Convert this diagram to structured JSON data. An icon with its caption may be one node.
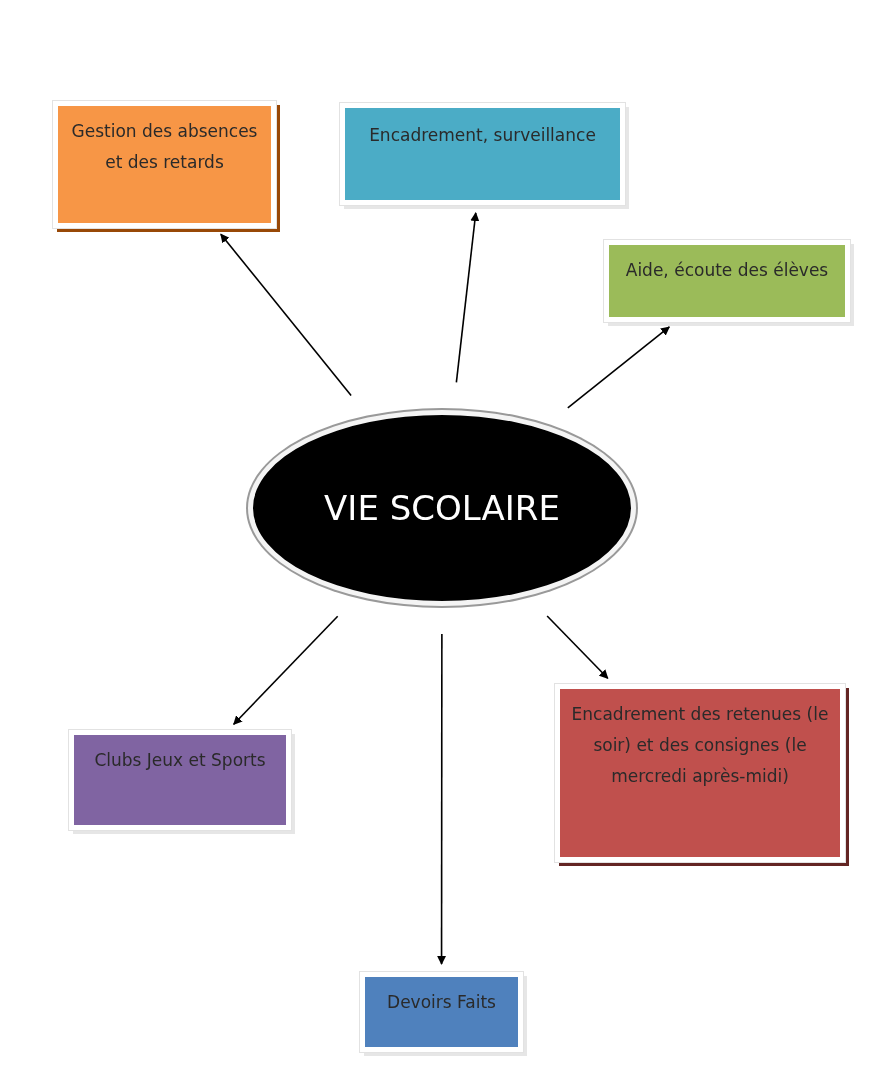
{
  "diagram": {
    "nodes": [
      {
        "text": [
          "Gestion des absences et des retards"
        ]
      },
      {
        "text": [
          "Encadrement, surveillance"
        ]
      },
      {
        "text": [
          "Aide, écoute des élèves"
        ]
      },
      {
        "text": [
          "VIE SCOLAIRE"
        ]
      },
      {
        "text": [
          "Clubs Jeux et Sports"
        ]
      },
      {
        "text": [
          "Encadrement des retenues (le soir) et des consignes (le mercredi après-midi)"
        ]
      },
      {
        "text": [
          "Devoirs Faits"
        ]
      }
    ],
    "edges": [
      {
        "from": 3,
        "to": 0,
        "arrow": "to"
      },
      {
        "from": 3,
        "to": 1,
        "arrow": "to"
      },
      {
        "from": 3,
        "to": 2,
        "arrow": "to"
      },
      {
        "from": 3,
        "to": 4,
        "arrow": "to"
      },
      {
        "from": 3,
        "to": 5,
        "arrow": "to"
      },
      {
        "from": 3,
        "to": 6,
        "arrow": "to"
      }
    ]
  }
}
